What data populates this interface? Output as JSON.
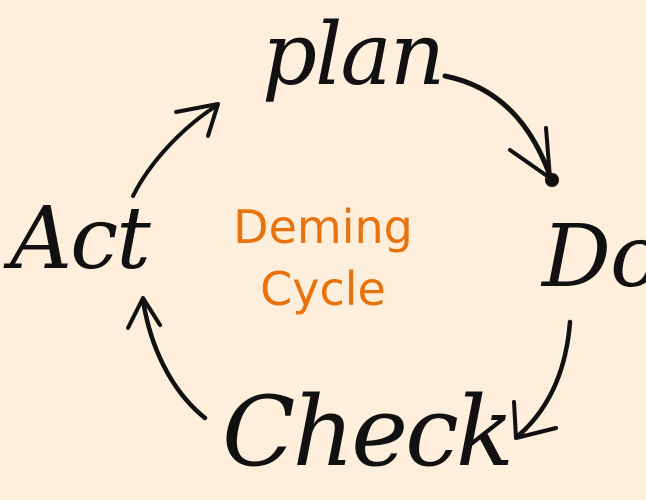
{
  "diagram": {
    "background_color": "#fdefdc",
    "center_title": {
      "line1": "Deming",
      "line2": "Cycle",
      "color": "#e8720c"
    },
    "stages": {
      "plan": "plan",
      "do": "Do",
      "check": "Check",
      "act": "Act"
    },
    "arrows": [
      {
        "from": "plan",
        "to": "Do"
      },
      {
        "from": "Do",
        "to": "Check"
      },
      {
        "from": "Check",
        "to": "Act"
      },
      {
        "from": "Act",
        "to": "plan"
      }
    ],
    "ink_color": "#111111"
  }
}
